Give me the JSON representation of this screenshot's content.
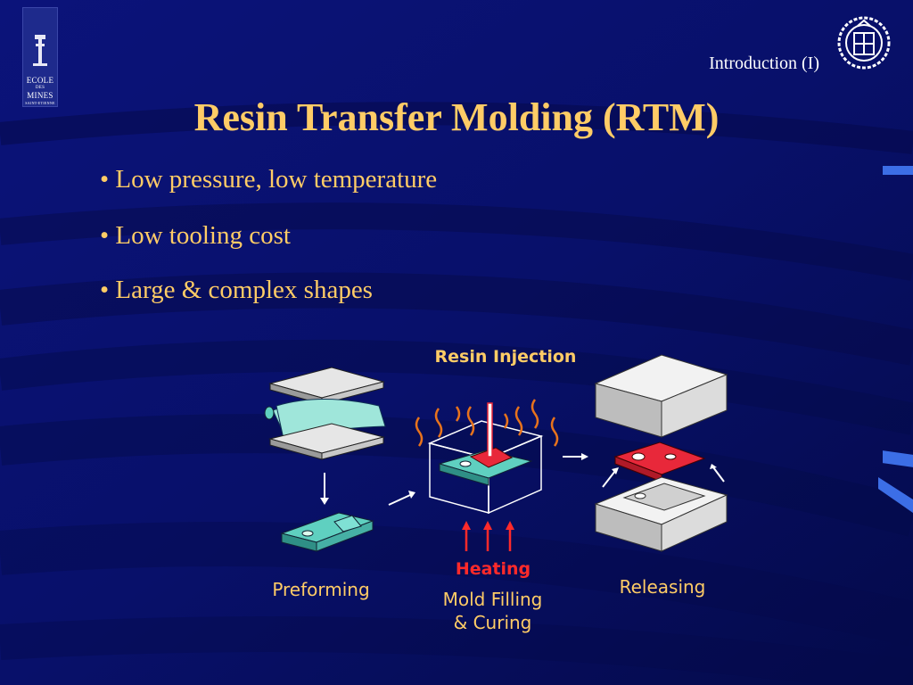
{
  "logo": {
    "lines": [
      "ECOLE",
      "DES",
      "MINES",
      "SAINT-ETIENNE"
    ]
  },
  "header": {
    "section_label": "Introduction (I)"
  },
  "slide": {
    "title": "Resin Transfer Molding (RTM)",
    "bullets": [
      "• Low pressure, low temperature",
      "• Low tooling cost",
      "• Large & complex shapes"
    ]
  },
  "diagram": {
    "resin_injection": "Resin Injection",
    "heating": "Heating",
    "preforming": "Preforming",
    "mold_filling_line1": "Mold Filling",
    "mold_filling_line2": "& Curing",
    "releasing": "Releasing"
  },
  "colors": {
    "background": "#0a0f6e",
    "title": "#ffcc66",
    "highlight_red": "#ff2a2a",
    "preform_teal": "#5fd0c0",
    "part_red": "#e8283a",
    "mold_grey": "#e6e6e6"
  },
  "icons": {
    "left_logo": "school-logo-icon",
    "right_logo": "crest-emblem-icon"
  }
}
